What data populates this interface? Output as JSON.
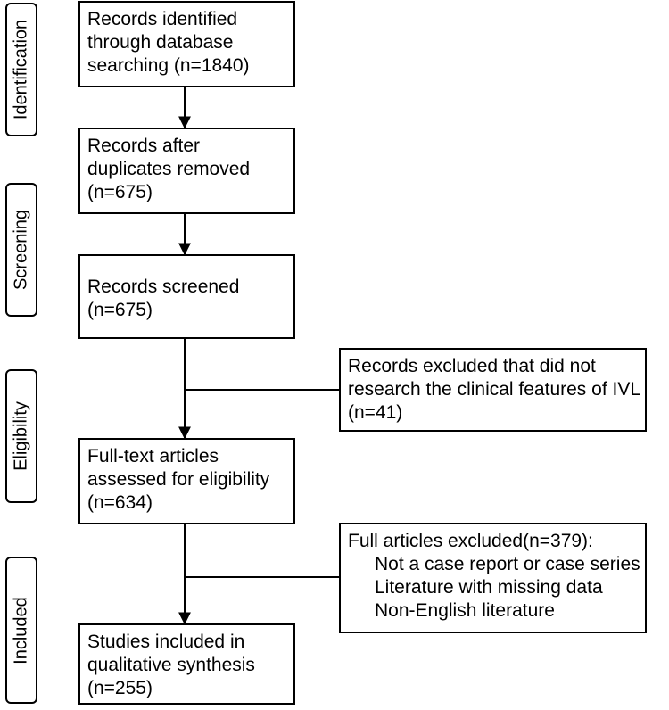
{
  "phases": {
    "identification": "Identification",
    "screening": "Screening",
    "eligibility": "Eligibility",
    "included": "Included"
  },
  "boxes": {
    "identified": [
      "Records identified",
      "through database",
      "searching (n=1840)"
    ],
    "after_duplicates": [
      "Records after",
      "duplicates removed",
      "(n=675)"
    ],
    "screened": [
      "Records screened",
      "(n=675)"
    ],
    "excluded_features": [
      "Records excluded that did not",
      "research the clinical features of IVL",
      "(n=41)"
    ],
    "full_text": [
      "Full-text articles",
      "assessed for eligibility",
      "(n=634)"
    ],
    "full_excluded": {
      "title": "Full articles excluded(n=379):",
      "items": [
        "Not a case report or case series",
        "Literature with missing data",
        "Non-English literature"
      ]
    },
    "included": [
      "Studies included in",
      "qualitative synthesis",
      "(n=255)"
    ]
  }
}
